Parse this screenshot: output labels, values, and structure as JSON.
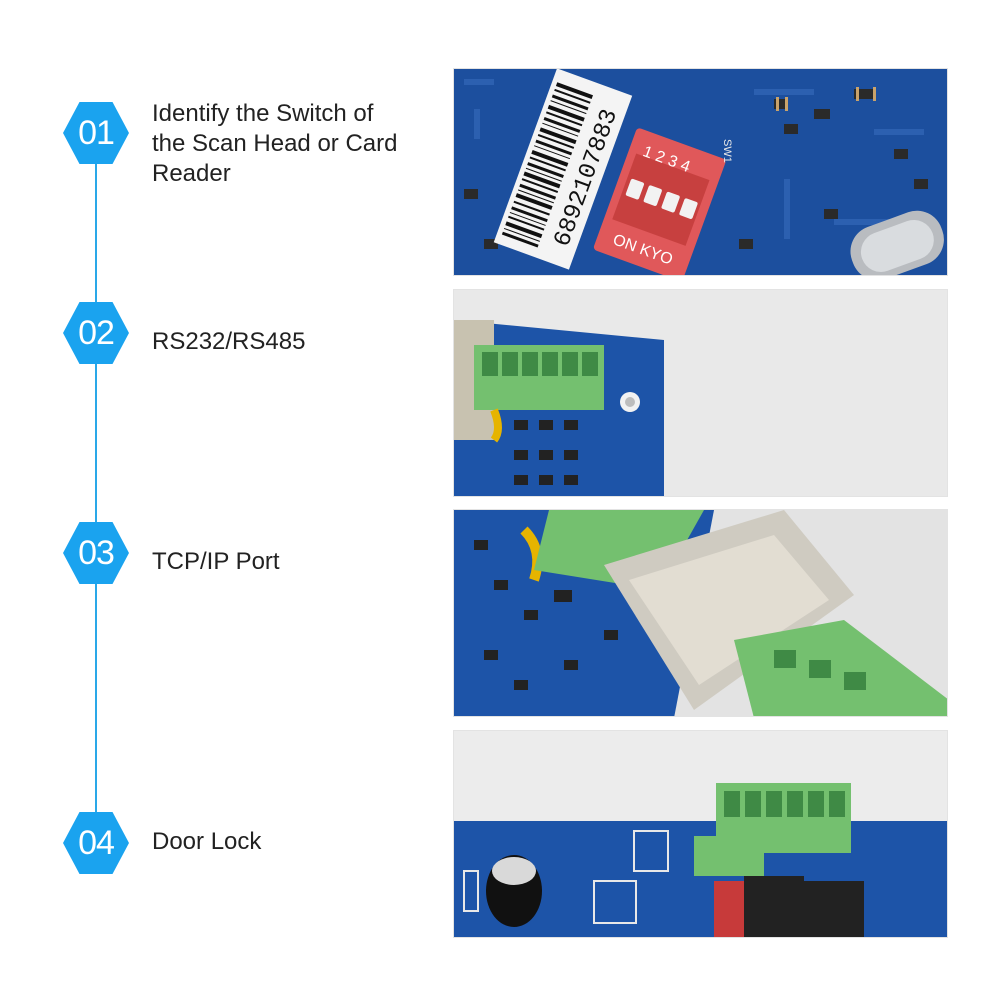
{
  "steps": [
    {
      "number": "01",
      "label": "Identify the Switch of the Scan Head or Card Reader",
      "lines": [
        "Identify the Switch of",
        "the Scan Head or Card",
        "Reader"
      ]
    },
    {
      "number": "02",
      "label": "RS232/RS485"
    },
    {
      "number": "03",
      "label": "TCP/IP Port"
    },
    {
      "number": "04",
      "label": "Door Lock"
    }
  ],
  "photo1": {
    "barcode_text": "6892107883",
    "dip_numbers": "1 2 3 4",
    "dip_label": "ON KYO",
    "silk_sw": "SW1"
  },
  "colors": {
    "accent": "#1aa3ef",
    "pcb": "#1c4f9e",
    "terminal": "#6cbf6f"
  }
}
